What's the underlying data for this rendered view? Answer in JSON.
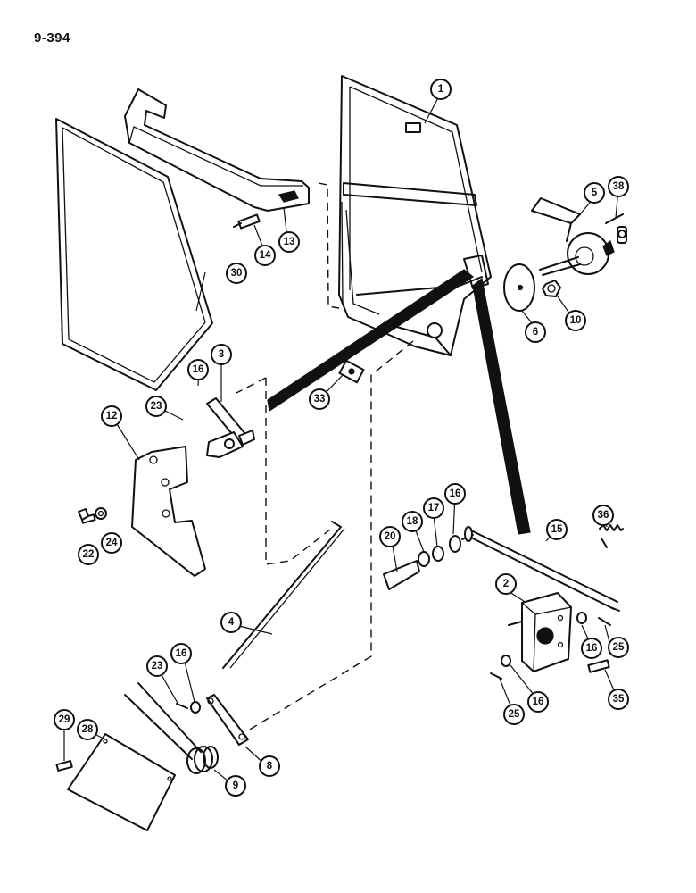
{
  "page": {
    "number": "9-394"
  },
  "callouts": [
    {
      "id": "c1",
      "label": "1"
    },
    {
      "id": "c2",
      "label": "2"
    },
    {
      "id": "c3",
      "label": "3"
    },
    {
      "id": "c4",
      "label": "4"
    },
    {
      "id": "c5",
      "label": "5"
    },
    {
      "id": "c6",
      "label": "6"
    },
    {
      "id": "c8",
      "label": "8"
    },
    {
      "id": "c9",
      "label": "9"
    },
    {
      "id": "c10",
      "label": "10"
    },
    {
      "id": "c12",
      "label": "12"
    },
    {
      "id": "c13",
      "label": "13"
    },
    {
      "id": "c14",
      "label": "14"
    },
    {
      "id": "c15",
      "label": "15"
    },
    {
      "id": "c16a",
      "label": "16"
    },
    {
      "id": "c16b",
      "label": "16"
    },
    {
      "id": "c16c",
      "label": "16"
    },
    {
      "id": "c16d",
      "label": "16"
    },
    {
      "id": "c16e",
      "label": "16"
    },
    {
      "id": "c17",
      "label": "17"
    },
    {
      "id": "c18",
      "label": "18"
    },
    {
      "id": "c20",
      "label": "20"
    },
    {
      "id": "c22",
      "label": "22"
    },
    {
      "id": "c23a",
      "label": "23"
    },
    {
      "id": "c23b",
      "label": "23"
    },
    {
      "id": "c24",
      "label": "24"
    },
    {
      "id": "c25a",
      "label": "25"
    },
    {
      "id": "c25b",
      "label": "25"
    },
    {
      "id": "c28",
      "label": "28"
    },
    {
      "id": "c29",
      "label": "29"
    },
    {
      "id": "c30",
      "label": "30"
    },
    {
      "id": "c33",
      "label": "33"
    },
    {
      "id": "c35",
      "label": "35"
    },
    {
      "id": "c36",
      "label": "36"
    },
    {
      "id": "c38",
      "label": "38"
    }
  ]
}
